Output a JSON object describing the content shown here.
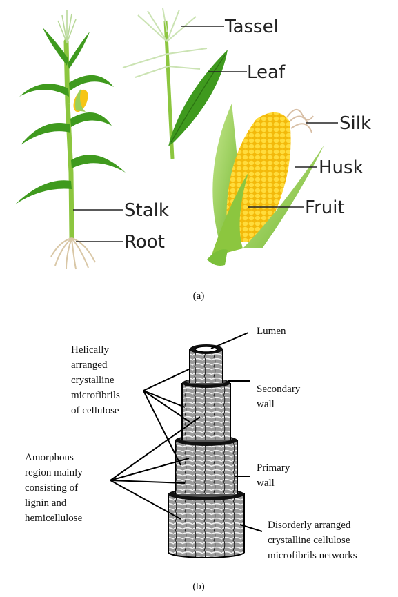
{
  "panel_a": {
    "caption": "(a)",
    "labels": {
      "tassel": "Tassel",
      "leaf": "Leaf",
      "silk": "Silk",
      "husk": "Husk",
      "fruit": "Fruit",
      "stalk": "Stalk",
      "root": "Root"
    },
    "colors": {
      "leaf_green": "#3f9a1e",
      "stalk_green": "#8cc63f",
      "kernel_yellow": "#f6c515",
      "husk_green": "#9ccf5a"
    }
  },
  "panel_b": {
    "caption": "(b)",
    "labels": {
      "lumen": "Lumen",
      "secondary_wall": [
        "Secondary",
        "wall"
      ],
      "primary_wall": [
        "Primary",
        "wall"
      ],
      "disorderly": [
        "Disorderly arranged",
        "crystalline cellulose",
        "microfibrils networks"
      ],
      "helical": [
        "Helically",
        "arranged",
        "crystalline",
        "microfibrils",
        "of cellulose"
      ],
      "amorphous": [
        "Amorphous",
        "region mainly",
        "consisting of",
        "lignin and",
        "hemicellulose"
      ]
    }
  }
}
